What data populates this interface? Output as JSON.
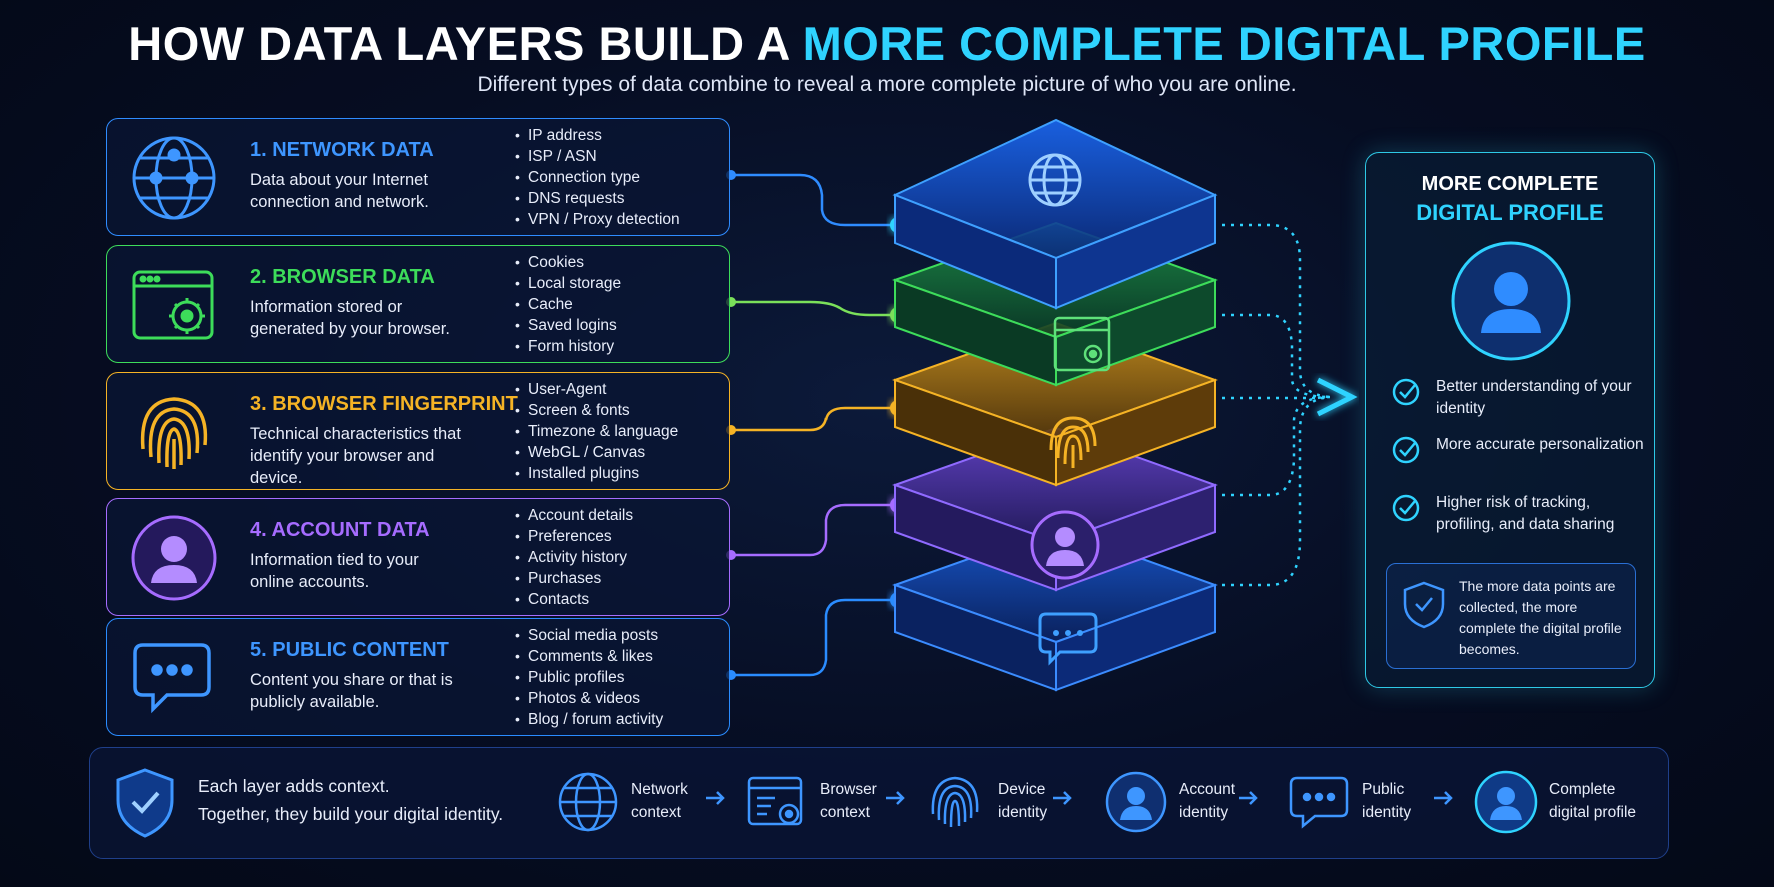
{
  "header": {
    "title_part1": "HOW DATA LAYERS BUILD A ",
    "title_part2": "MORE COMPLETE DIGITAL PROFILE",
    "subtitle": "Different types of data combine to reveal a more complete picture of who you are online."
  },
  "colors": {
    "network": "#2f8cff",
    "browser": "#3ddc5a",
    "fingerprint": "#f5b325",
    "account": "#a66cff",
    "public": "#2a8cff",
    "accent": "#2fd3ff"
  },
  "layers": [
    {
      "title": "1. NETWORK DATA",
      "desc": "Data about your Internet connection and network.",
      "icon": "globe-icon",
      "items": [
        "IP address",
        "ISP / ASN",
        "Connection type",
        "DNS requests",
        "VPN / Proxy detection"
      ]
    },
    {
      "title": "2. BROWSER DATA",
      "desc": "Information stored or generated by your browser.",
      "icon": "browser-gear-icon",
      "items": [
        "Cookies",
        "Local storage",
        "Cache",
        "Saved logins",
        "Form history"
      ]
    },
    {
      "title": "3. BROWSER FINGERPRINT",
      "desc": "Technical characteristics that identify your browser and device.",
      "icon": "fingerprint-icon",
      "items": [
        "User-Agent",
        "Screen & fonts",
        "Timezone & language",
        "WebGL / Canvas",
        "Installed plugins"
      ]
    },
    {
      "title": "4. ACCOUNT DATA",
      "desc": "Information tied to your online accounts.",
      "icon": "user-icon",
      "items": [
        "Account details",
        "Preferences",
        "Activity history",
        "Purchases",
        "Contacts"
      ]
    },
    {
      "title": "5. PUBLIC CONTENT",
      "desc": "Content you share or that is publicly available.",
      "icon": "chat-bubble-icon",
      "items": [
        "Social media posts",
        "Comments & likes",
        "Public profiles",
        "Photos & videos",
        "Blog / forum activity"
      ]
    }
  ],
  "profile": {
    "title_line1": "MORE COMPLETE",
    "title_line2": "DIGITAL PROFILE",
    "benefits": [
      "Better understanding of your identity",
      "More accurate personalization",
      "Higher risk of tracking, profiling, and data sharing"
    ],
    "note": "The more data points are collected, the more complete the digital profile becomes."
  },
  "bottom": {
    "line1": "Each layer adds context.",
    "line2": "Together, they build your digital identity.",
    "steps": [
      {
        "line1": "Network",
        "line2": "context",
        "icon": "globe-icon"
      },
      {
        "line1": "Browser",
        "line2": "context",
        "icon": "browser-gear-icon"
      },
      {
        "line1": "Device",
        "line2": "identity",
        "icon": "fingerprint-icon"
      },
      {
        "line1": "Account",
        "line2": "identity",
        "icon": "user-icon"
      },
      {
        "line1": "Public",
        "line2": "identity",
        "icon": "chat-bubble-icon"
      },
      {
        "line1": "Complete",
        "line2": "digital profile",
        "icon": "user-icon"
      }
    ]
  }
}
